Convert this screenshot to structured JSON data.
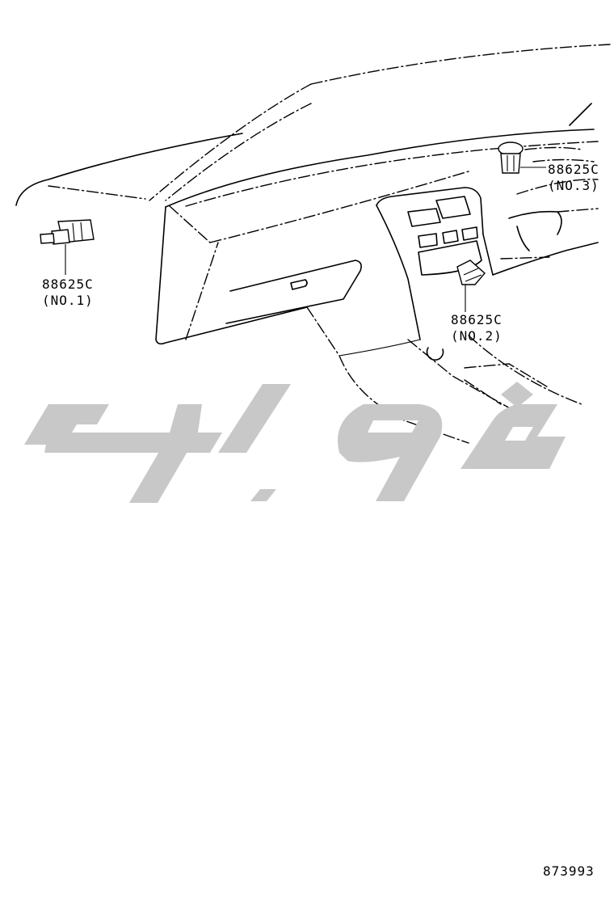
{
  "parts": [
    {
      "id": "no1",
      "part_number": "88625C",
      "position_label": "(NO.1)"
    },
    {
      "id": "no2",
      "part_number": "88625C",
      "position_label": "(NO.2)"
    },
    {
      "id": "no3",
      "part_number": "88625C",
      "position_label": "(NO.3)"
    }
  ],
  "figure_number": "873993"
}
